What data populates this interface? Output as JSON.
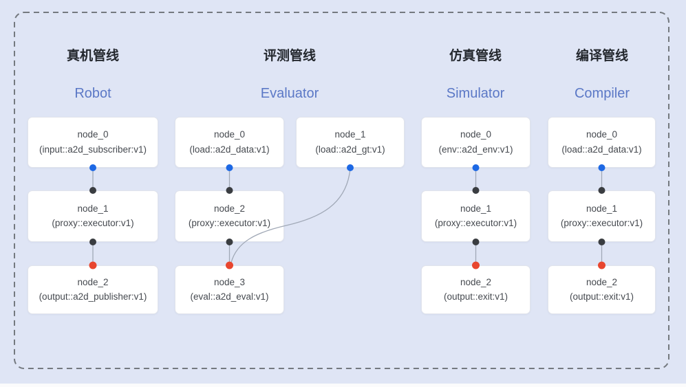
{
  "diagram": {
    "background": "#dfe5f5",
    "frame_color": "#74797f",
    "edge_color": "#a0a8b6",
    "port_colors": {
      "source": "#1d68e4",
      "executor": "#3a3d41",
      "sink": "#e8462f"
    },
    "title_color": "#24282e",
    "subtitle_color": "#5b78c6"
  },
  "pipelines": [
    {
      "title_cn": "真机管线",
      "title_en": "Robot",
      "nodes": [
        {
          "label": "node_0",
          "type": "(input::a2d_subscriber:v1)"
        },
        {
          "label": "node_1",
          "type": "(proxy::executor:v1)"
        },
        {
          "label": "node_2",
          "type": "(output::a2d_publisher:v1)"
        }
      ]
    },
    {
      "title_cn": "评测管线",
      "title_en": "Evaluator",
      "nodes": [
        {
          "label": "node_0",
          "type": "(load::a2d_data:v1)"
        },
        {
          "label": "node_1",
          "type": "(load::a2d_gt:v1)"
        },
        {
          "label": "node_2",
          "type": "(proxy::executor:v1)"
        },
        {
          "label": "node_3",
          "type": "(eval::a2d_eval:v1)"
        }
      ]
    },
    {
      "title_cn": "仿真管线",
      "title_en": "Simulator",
      "nodes": [
        {
          "label": "node_0",
          "type": "(env::a2d_env:v1)"
        },
        {
          "label": "node_1",
          "type": "(proxy::executor:v1)"
        },
        {
          "label": "node_2",
          "type": "(output::exit:v1)"
        }
      ]
    },
    {
      "title_cn": "编译管线",
      "title_en": "Compiler",
      "nodes": [
        {
          "label": "node_0",
          "type": "(load::a2d_data:v1)"
        },
        {
          "label": "node_1",
          "type": "(proxy::executor:v1)"
        },
        {
          "label": "node_2",
          "type": "(output::exit:v1)"
        }
      ]
    }
  ]
}
